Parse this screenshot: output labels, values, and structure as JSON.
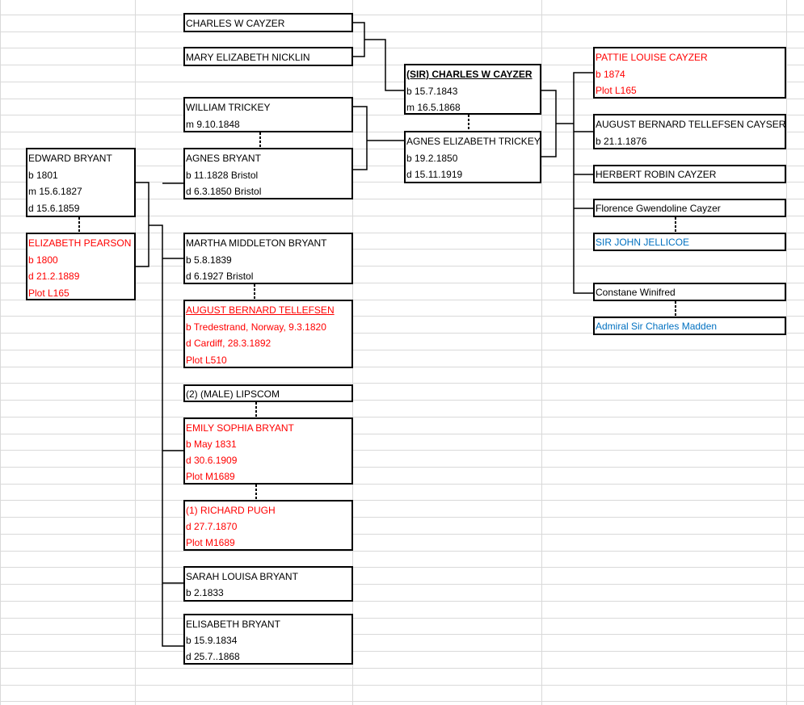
{
  "colors": {
    "grid": "#d9d9d9",
    "red": "#ff0000",
    "blue": "#0070c0",
    "border": "#000000"
  },
  "people": {
    "charles_w_cayzer": {
      "name": "CHARLES W CAYZER"
    },
    "mary_elizabeth_nicklin": {
      "name": "MARY ELIZABETH NICKLIN"
    },
    "sir_charles_w_cayzer": {
      "name": "(SIR) CHARLES W CAYZER",
      "born": "b 15.7.1843",
      "married": "m 16.5.1868"
    },
    "agnes_elizabeth_trickey": {
      "name": "AGNES ELIZABETH TRICKEY",
      "born": "b 19.2.1850",
      "died": "d 15.11.1919"
    },
    "william_trickey": {
      "name": "WILLIAM TRICKEY",
      "married": "m 9.10.1848"
    },
    "agnes_bryant": {
      "name": "AGNES BRYANT",
      "born": "b 11.1828 Bristol",
      "died": "d 6.3.1850 Bristol"
    },
    "edward_bryant": {
      "name": "EDWARD BRYANT",
      "born": "b 1801",
      "married": "m 15.6.1827",
      "died": "d 15.6.1859"
    },
    "elizabeth_pearson": {
      "name": "ELIZABETH PEARSON",
      "born": "b 1800",
      "died": "d 21.2.1889",
      "plot": "Plot L165"
    },
    "martha_middleton_bryant": {
      "name": "MARTHA MIDDLETON BRYANT",
      "born": "b 5.8.1839",
      "died": "d 6.1927 Bristol"
    },
    "august_bernard_tellefsen": {
      "name": "AUGUST BERNARD TELLEFSEN",
      "born": "b Tredestrand, Norway, 9.3.1820",
      "died": "d Cardiff, 28.3.1892",
      "plot": "Plot L510"
    },
    "male_lipscom": {
      "name": "(2) (MALE) LIPSCOM"
    },
    "emily_sophia_bryant": {
      "name": "EMILY SOPHIA BRYANT",
      "born": "b May 1831",
      "died": "d 30.6.1909",
      "plot": "Plot M1689"
    },
    "richard_pugh": {
      "name": "(1) RICHARD PUGH",
      "died": "d 27.7.1870",
      "plot": "Plot M1689"
    },
    "sarah_louisa_bryant": {
      "name": "SARAH LOUISA BRYANT",
      "born": "b 2.1833"
    },
    "elisabeth_bryant": {
      "name": "ELISABETH BRYANT",
      "born": "b 15.9.1834",
      "died": "d 25.7..1868"
    },
    "pattie_louise_cayzer": {
      "name": "PATTIE LOUISE CAYZER",
      "born": "b 1874",
      "plot": "Plot L165"
    },
    "august_bernard_tellefsen_cayser": {
      "name": "AUGUST BERNARD TELLEFSEN CAYSER",
      "born": "b 21.1.1876"
    },
    "herbert_robin_cayzer": {
      "name": "HERBERT ROBIN CAYZER"
    },
    "florence_gwendoline_cayzer": {
      "name": "Florence Gwendoline Cayzer"
    },
    "sir_john_jellicoe": {
      "name": "SIR JOHN JELLICOE"
    },
    "constane_winifred": {
      "name": "Constane Winifred"
    },
    "admiral_sir_charles_madden": {
      "name": "Admiral Sir Charles Madden"
    }
  }
}
